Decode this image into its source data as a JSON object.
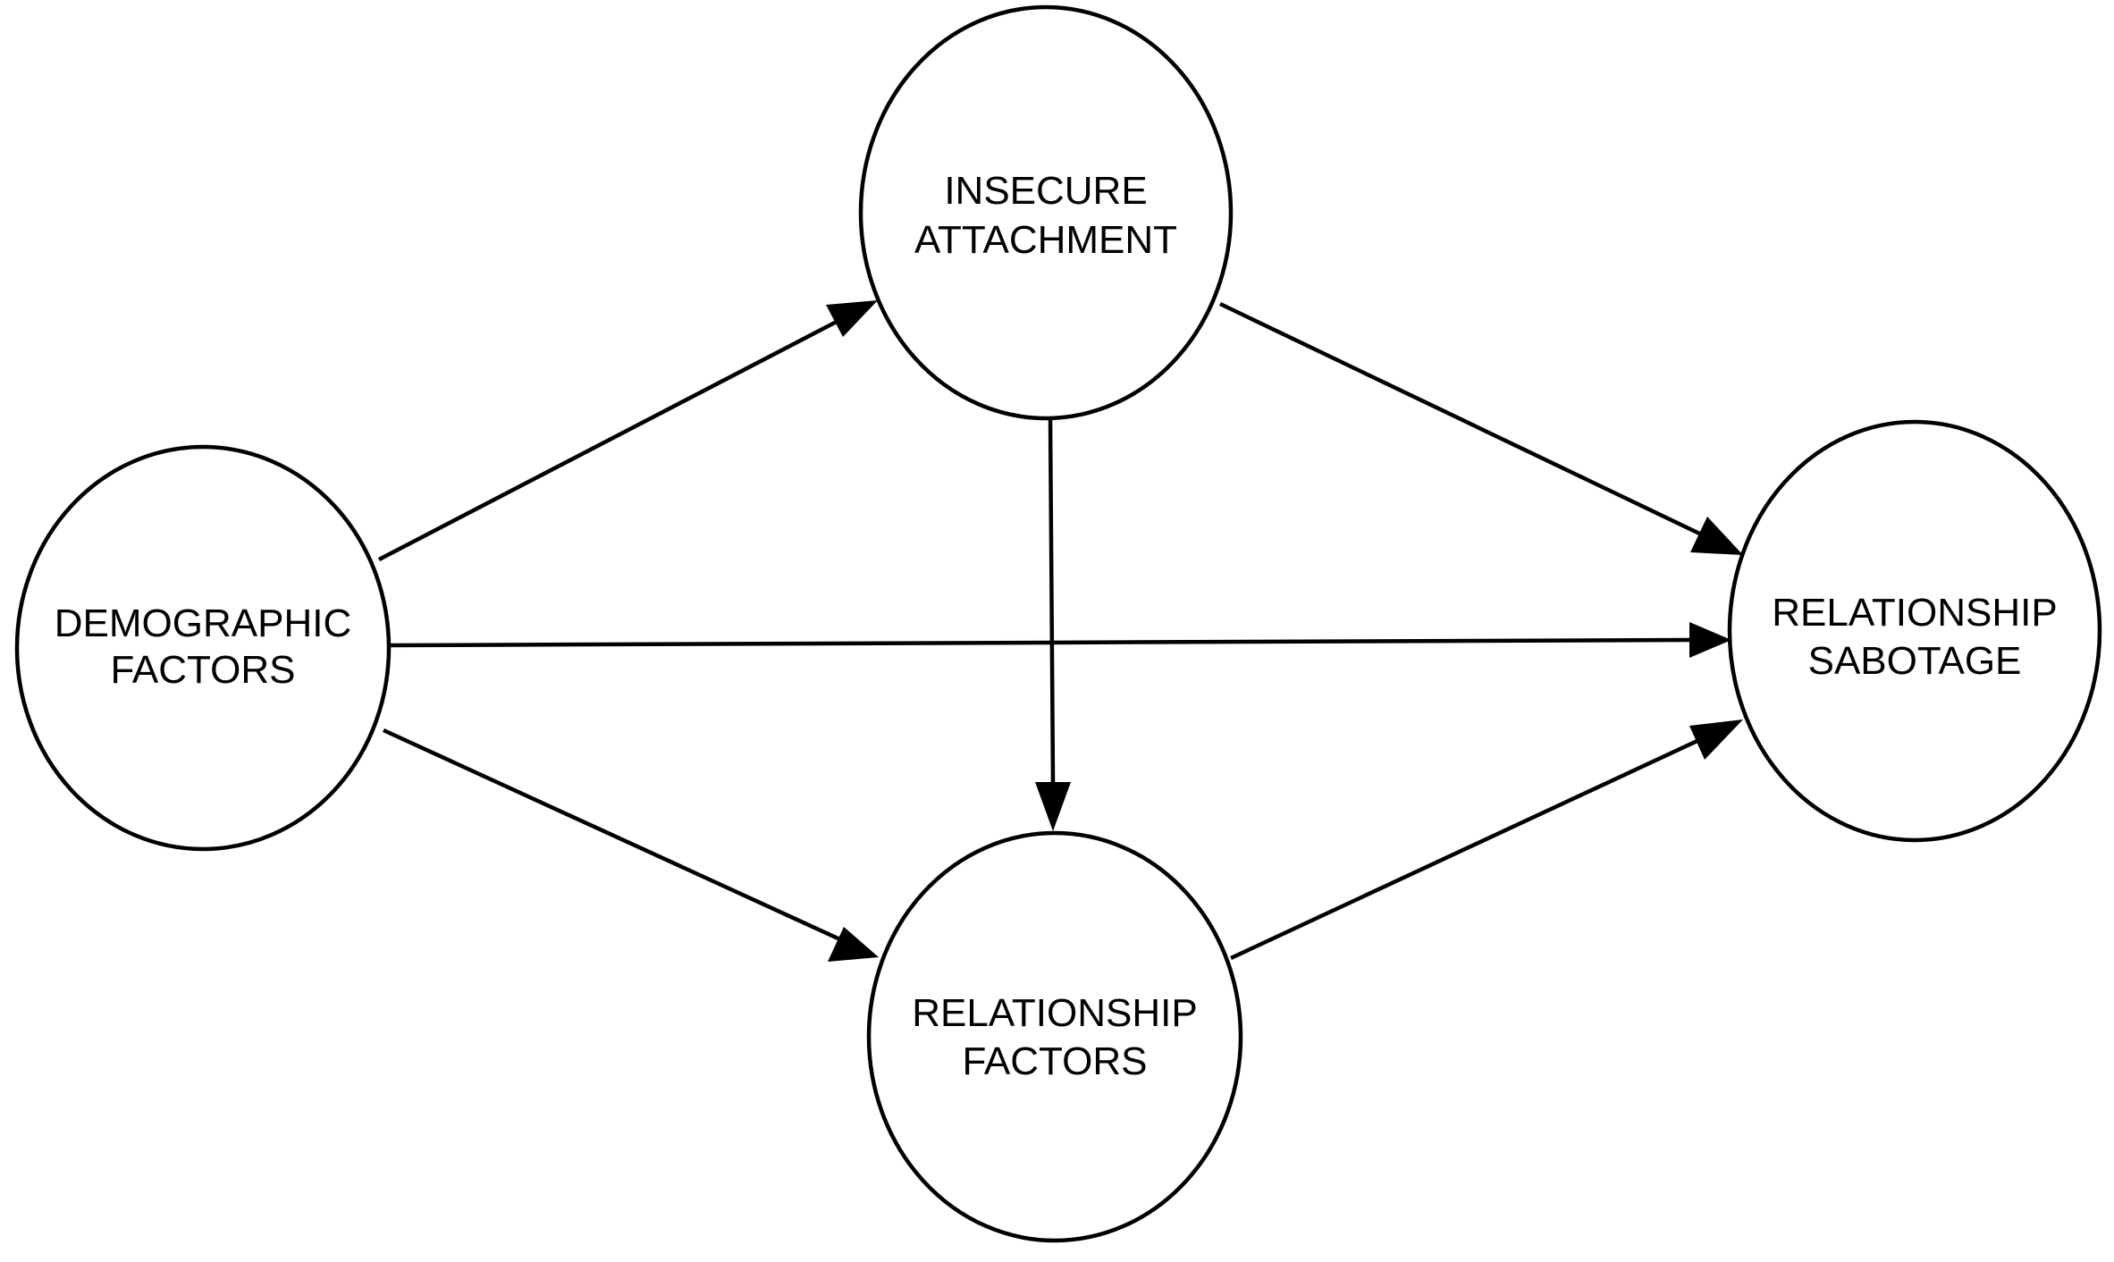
{
  "colors": {
    "background": "#ffffff",
    "stroke": "#000000",
    "text": "#000000"
  },
  "nodes": [
    {
      "id": "demographic",
      "lines": [
        "DEMOGRAPHIC",
        "FACTORS"
      ]
    },
    {
      "id": "insecure",
      "lines": [
        "INSECURE",
        "ATTACHMENT"
      ]
    },
    {
      "id": "relationship_factors",
      "lines": [
        "RELATIONSHIP",
        "FACTORS"
      ]
    },
    {
      "id": "sabotage",
      "lines": [
        "RELATIONSHIP",
        "SABOTAGE"
      ]
    }
  ],
  "edges": [
    {
      "from": "demographic",
      "to": "insecure"
    },
    {
      "from": "demographic",
      "to": "sabotage"
    },
    {
      "from": "demographic",
      "to": "relationship_factors"
    },
    {
      "from": "insecure",
      "to": "sabotage"
    },
    {
      "from": "insecure",
      "to": "relationship_factors"
    },
    {
      "from": "relationship_factors",
      "to": "sabotage"
    }
  ]
}
